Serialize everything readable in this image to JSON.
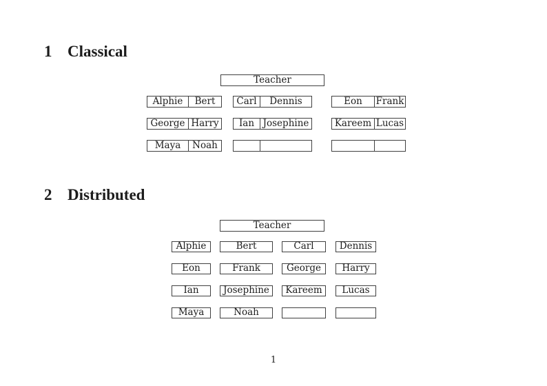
{
  "colors": {
    "background": "#ffffff",
    "border": "#3f3f3f",
    "ink": "#1c1c1c"
  },
  "page": {
    "number": "1"
  },
  "sections": [
    {
      "number": "1",
      "title": "Classical",
      "teacher_label": "Teacher",
      "desks": [
        {
          "left": "Alphie",
          "right": "Bert"
        },
        {
          "left": "Carl",
          "right": "Dennis"
        },
        {
          "left": "Eon",
          "right": "Frank"
        },
        {
          "left": "George",
          "right": "Harry"
        },
        {
          "left": "Ian",
          "right": "Josephine"
        },
        {
          "left": "Kareem",
          "right": "Lucas"
        },
        {
          "left": "Maya",
          "right": "Noah"
        },
        {
          "left": "",
          "right": ""
        },
        {
          "left": "",
          "right": ""
        }
      ]
    },
    {
      "number": "2",
      "title": "Distributed",
      "teacher_label": "Teacher",
      "seats": [
        "Alphie",
        "Bert",
        "Carl",
        "Dennis",
        "Eon",
        "Frank",
        "George",
        "Harry",
        "Ian",
        "Josephine",
        "Kareem",
        "Lucas",
        "Maya",
        "Noah",
        "",
        ""
      ]
    }
  ]
}
